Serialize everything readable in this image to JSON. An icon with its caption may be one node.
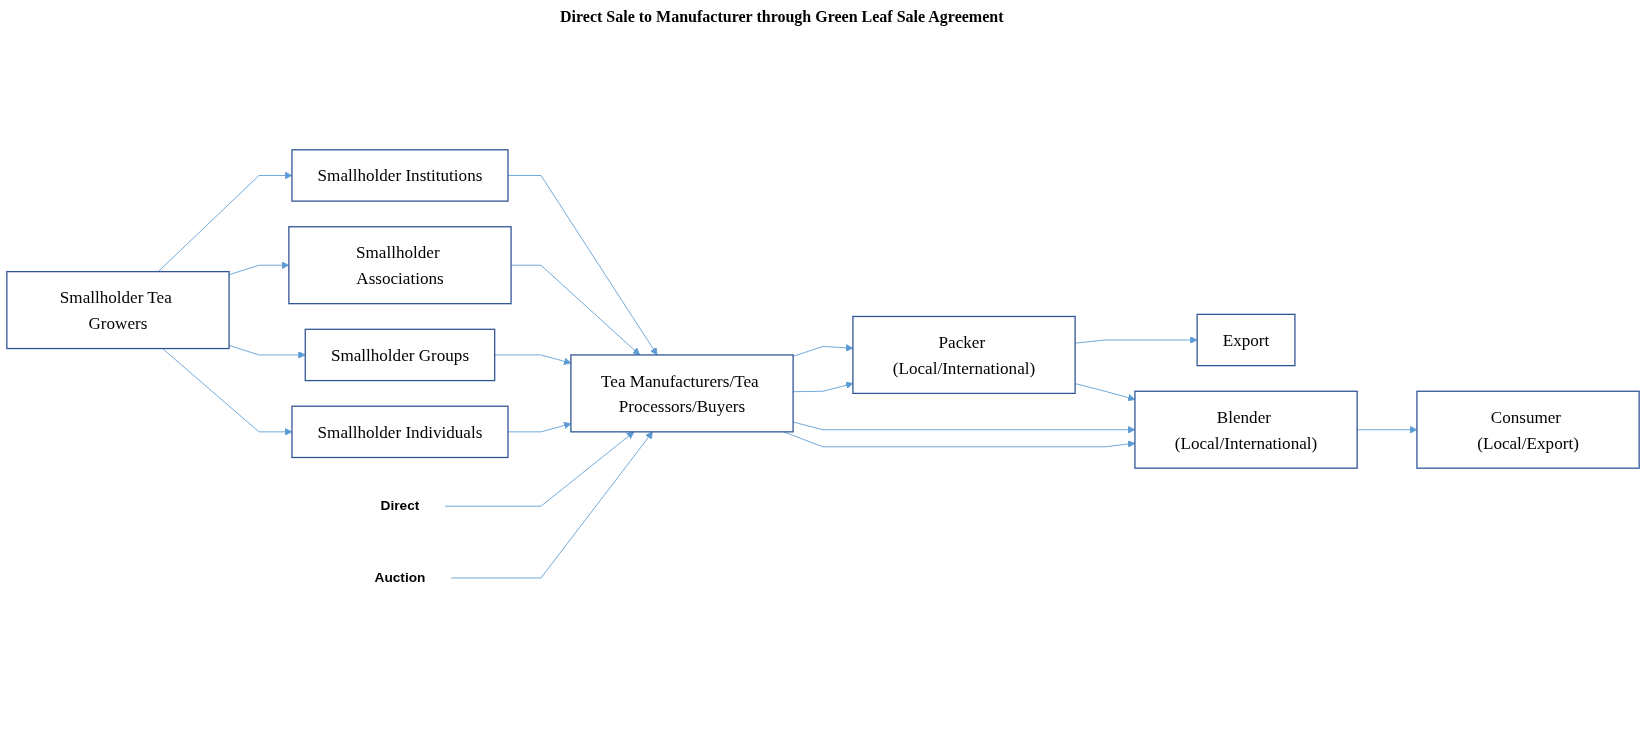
{
  "diagram": {
    "nodes": [
      {
        "text": [
          "Smallholder Tea Growers"
        ]
      },
      {
        "text": [
          "Smallholder Institutions"
        ]
      },
      {
        "text": [
          "Smallholder Associations"
        ]
      },
      {
        "text": [
          "Smallholder Groups"
        ]
      },
      {
        "text": [
          "Smallholder Individuals"
        ]
      },
      {
        "text": [
          "Tea Manufacturers/Tea Processors/Buyers"
        ]
      },
      {
        "text": [
          "Direct"
        ]
      },
      {
        "text": [
          "Auction"
        ]
      },
      {
        "text": [
          "Packer (Local/International)"
        ]
      },
      {
        "text": [
          "Export"
        ]
      },
      {
        "text": [
          "Blender (Local/International)"
        ]
      },
      {
        "text": [
          "Consumer (Local/Export)"
        ]
      }
    ],
    "edges": [
      {
        "from": 0,
        "to": 1,
        "arrow": "to"
      },
      {
        "from": 0,
        "to": 2,
        "arrow": "to"
      },
      {
        "from": 0,
        "to": 3,
        "arrow": "to"
      },
      {
        "from": 0,
        "to": 4,
        "arrow": "to"
      },
      {
        "from": 1,
        "to": 5,
        "arrow": "to"
      },
      {
        "from": 2,
        "to": 5,
        "arrow": "to"
      },
      {
        "from": 3,
        "to": 5,
        "arrow": "to"
      },
      {
        "from": 4,
        "to": 5,
        "arrow": "to"
      },
      {
        "from": 6,
        "to": 5,
        "arrow": "to"
      },
      {
        "from": 7,
        "to": 5,
        "arrow": "to"
      },
      {
        "from": 5,
        "to": 8,
        "arrow": "to"
      },
      {
        "from": 5,
        "to": 8,
        "arrow": "to"
      },
      {
        "from": 5,
        "to": 10,
        "arrow": "to"
      },
      {
        "from": 5,
        "to": 10,
        "arrow": "to"
      },
      {
        "from": 8,
        "to": 9,
        "arrow": "to"
      },
      {
        "from": 8,
        "to": 10,
        "arrow": "to"
      },
      {
        "from": 10,
        "to": 11,
        "arrow": "to"
      }
    ],
    "labels": [
      "Direct Sale to Manufacturer through Green Leaf Sale Agreement"
    ]
  }
}
